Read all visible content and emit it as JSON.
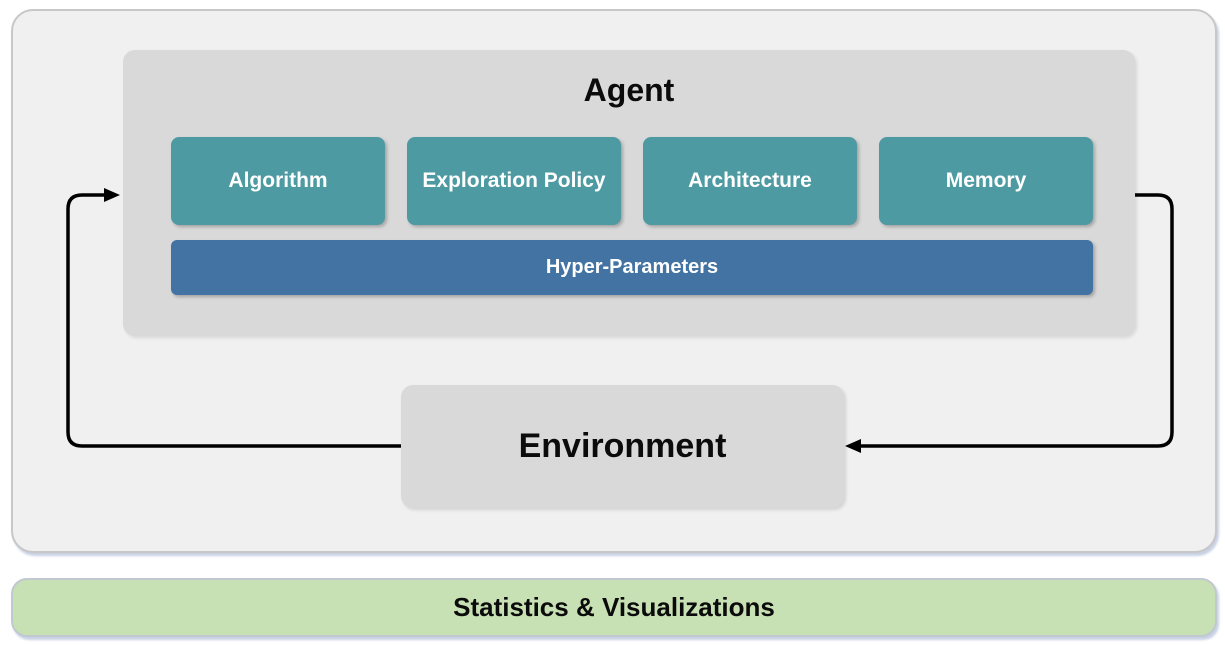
{
  "diagram": {
    "agent": {
      "title": "Agent",
      "components": [
        "Algorithm",
        "Exploration Policy",
        "Architecture",
        "Memory"
      ],
      "hyper_parameters_label": "Hyper-Parameters"
    },
    "environment": {
      "label": "Environment"
    },
    "footer": {
      "label": "Statistics & Visualizations"
    },
    "colors": {
      "component_teal": "#4e9aa2",
      "hyper_parameters_blue": "#4373a2",
      "box_gray": "#d9d9d9",
      "panel_background": "#f0f0f0",
      "footer_green": "#c7e0b4",
      "arrow_black": "#000000"
    }
  }
}
